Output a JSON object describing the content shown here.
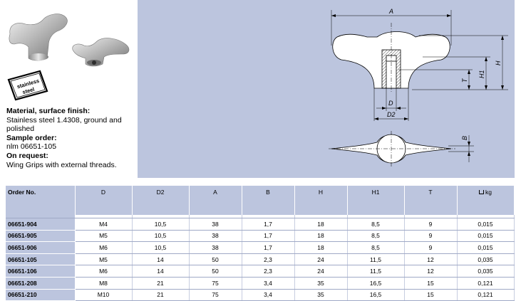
{
  "badge": {
    "line1": "stainless",
    "line2": "steel"
  },
  "description": {
    "material_heading": "Material, surface finish:",
    "material_text": "Stainless steel 1.4308, ground and polished",
    "sample_heading": "Sample order:",
    "sample_text": "nlm 06651-105",
    "request_heading": "On request:",
    "request_text": "Wing Grips with external threads."
  },
  "drawing": {
    "labels": {
      "A": "A",
      "H": "H",
      "H1": "H1",
      "T": "T",
      "D": "D",
      "D2": "D2",
      "B": "B"
    }
  },
  "table": {
    "headers": [
      "Order No.",
      "D",
      "D2",
      "A",
      "B",
      "H",
      "H1",
      "T",
      "kg"
    ],
    "rows": [
      [
        "06651-904",
        "M4",
        "10,5",
        "38",
        "1,7",
        "18",
        "8,5",
        "9",
        "0,015"
      ],
      [
        "06651-905",
        "M5",
        "10,5",
        "38",
        "1,7",
        "18",
        "8,5",
        "9",
        "0,015"
      ],
      [
        "06651-906",
        "M6",
        "10,5",
        "38",
        "1,7",
        "18",
        "8,5",
        "9",
        "0,015"
      ],
      [
        "06651-105",
        "M5",
        "14",
        "50",
        "2,3",
        "24",
        "11,5",
        "12",
        "0,035"
      ],
      [
        "06651-106",
        "M6",
        "14",
        "50",
        "2,3",
        "24",
        "11,5",
        "12",
        "0,035"
      ],
      [
        "06651-208",
        "M8",
        "21",
        "75",
        "3,4",
        "35",
        "16,5",
        "15",
        "0,121"
      ],
      [
        "06651-210",
        "M10",
        "21",
        "75",
        "3,4",
        "35",
        "16,5",
        "15",
        "0,121"
      ]
    ]
  },
  "colors": {
    "panel": "#bcc5de",
    "rule": "#9fa9c6"
  }
}
